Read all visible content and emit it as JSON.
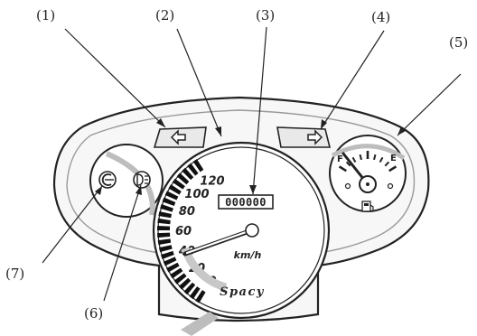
{
  "callouts": [
    "(1)",
    "(2)",
    "(3)",
    "(4)",
    "(5)",
    "(6)",
    "(7)"
  ],
  "speedometer": {
    "scale_labels": [
      "0",
      "20",
      "40",
      "60",
      "80",
      "100",
      "120"
    ],
    "unit": "km/h",
    "odometer": "000000",
    "brand": "Spacy"
  },
  "fuel_gauge": {
    "full_label": "F",
    "empty_label": "E"
  },
  "colors": {
    "line": "#222222",
    "panel_fill": "#f4f4f4",
    "shade": "#c8c8c8",
    "band": "#111111"
  }
}
